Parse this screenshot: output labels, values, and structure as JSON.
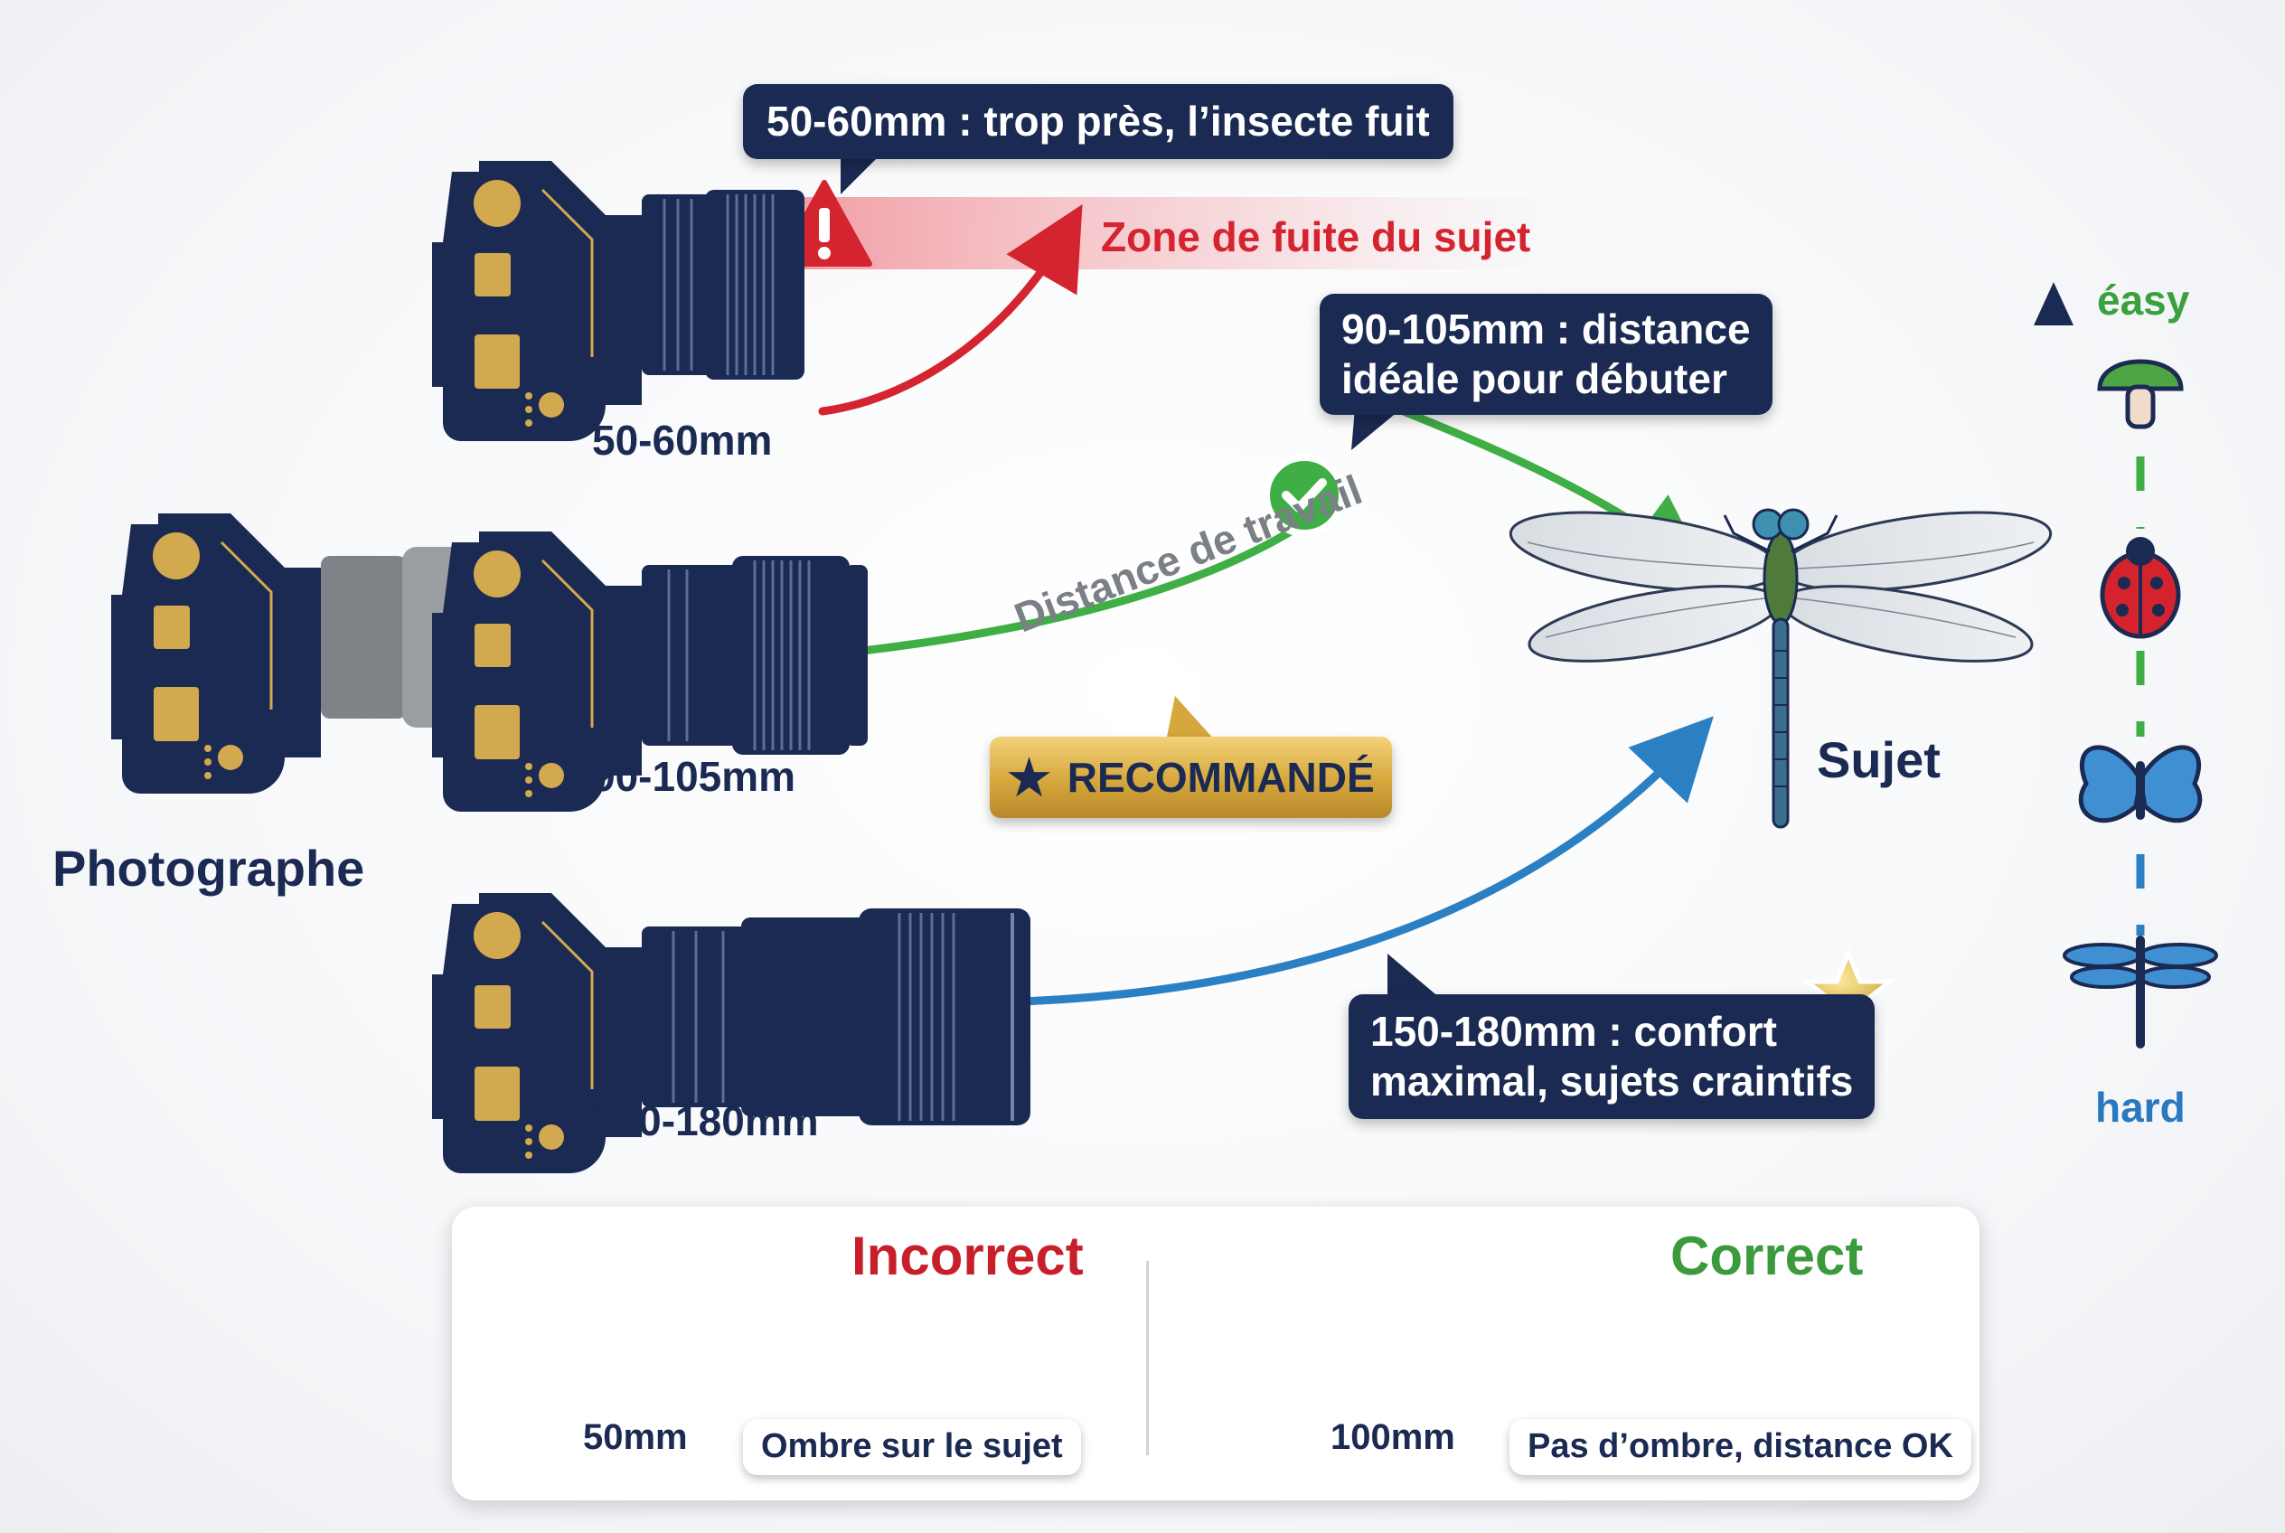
{
  "colors": {
    "navy": "#1b2a52",
    "gold": "#d2a94f",
    "red": "#d42430",
    "green": "#3fae45",
    "blue": "#2b7fc3",
    "badge_gold": "#d5a73c"
  },
  "photographer": {
    "label": "Photographe"
  },
  "cameras": {
    "c50": {
      "label": "50-60mm"
    },
    "c90": {
      "label": "90-105mm"
    },
    "c150": {
      "label": "150-180mm"
    }
  },
  "callouts": {
    "c50": "50-60mm : trop près, l’insecte fuit",
    "c90_line1": "90-105mm : distance",
    "c90_line2": "idéale pour débuter",
    "c150_line1": "150-180mm : confort",
    "c150_line2": "maximal, sujets craintifs"
  },
  "annotations": {
    "flee_zone": "Zone de fuite du sujet",
    "working_distance": "Distance de travail",
    "recommended": "RECOMMANDÉ"
  },
  "subject": {
    "label": "Sujet"
  },
  "difficulty_scale": {
    "top": "éasy",
    "bottom": "hard",
    "icons": [
      "mushroom-icon",
      "ladybug-icon",
      "butterfly-icon",
      "dragonfly-icon"
    ]
  },
  "comparison": {
    "incorrect": {
      "title": "Incorrect",
      "lens": "50mm",
      "note": "Ombre sur le sujet"
    },
    "correct": {
      "title": "Correct",
      "lens": "100mm",
      "note": "Pas d’ombre, distance OK"
    }
  }
}
